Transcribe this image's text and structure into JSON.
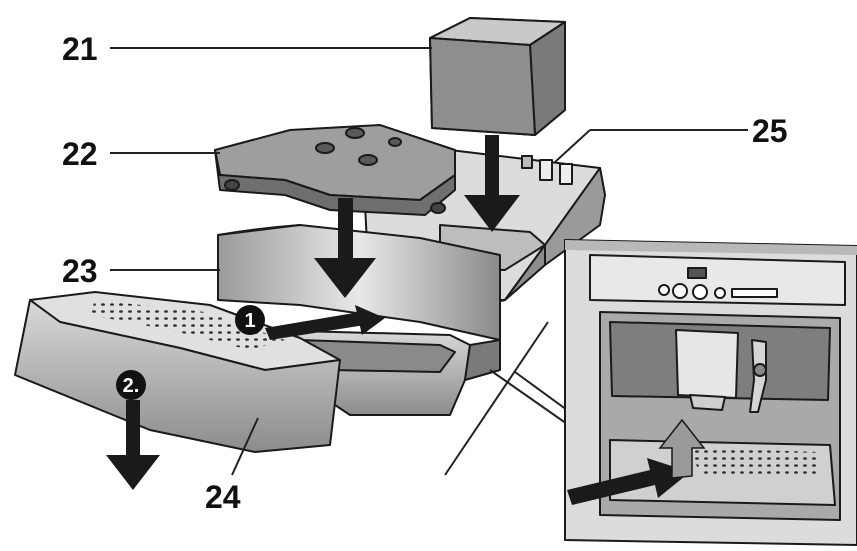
{
  "callouts": {
    "c21": "21",
    "c22": "22",
    "c23": "23",
    "c24": "24",
    "c25": "25"
  },
  "steps": {
    "s1": "1",
    "s2": "2."
  },
  "colors": {
    "metal_dark": "#7d7d7d",
    "metal_mid": "#b5b5b5",
    "metal_light": "#e6e6e6",
    "outline": "#1a1a1a",
    "arrow": "#1a1a1a"
  }
}
